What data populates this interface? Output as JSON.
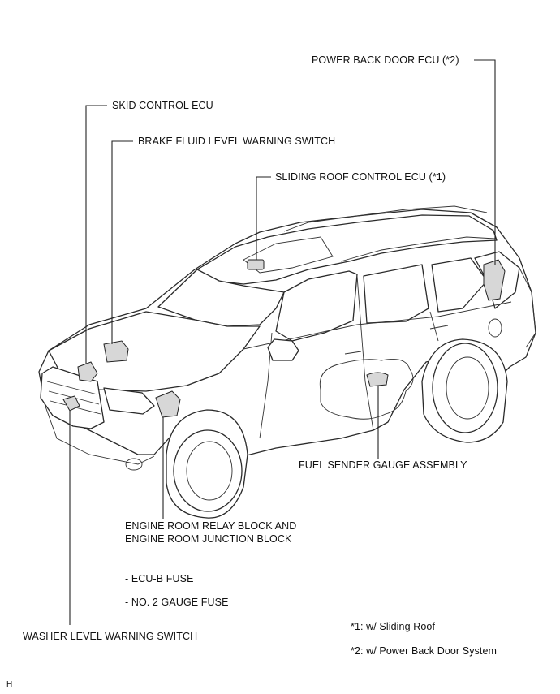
{
  "labels": {
    "power_back_door_ecu": "POWER BACK DOOR ECU (*2)",
    "skid_control_ecu": "SKID CONTROL ECU",
    "brake_fluid_switch": "BRAKE FLUID LEVEL WARNING SWITCH",
    "sliding_roof_ecu": "SLIDING ROOF CONTROL ECU (*1)",
    "fuel_sender": "FUEL SENDER GAUGE ASSEMBLY",
    "engine_room_line1": "ENGINE ROOM RELAY BLOCK AND",
    "engine_room_line2": "ENGINE ROOM JUNCTION BLOCK",
    "ecu_b_fuse": "- ECU-B FUSE",
    "no2_gauge_fuse": "- NO. 2 GAUGE FUSE",
    "washer_switch": "WASHER LEVEL WARNING SWITCH"
  },
  "notes": {
    "note1": "*1: w/ Sliding Roof",
    "note2": "*2: w/ Power Back Door System"
  },
  "corner_mark": "H"
}
